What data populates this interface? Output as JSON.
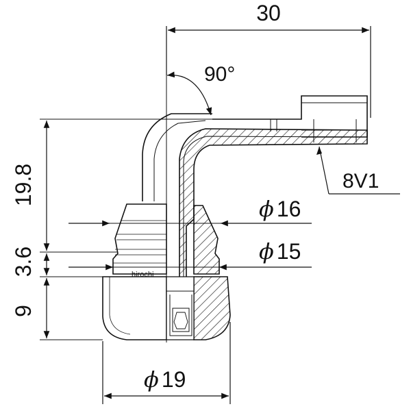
{
  "dimensions": {
    "width_top": "30",
    "angle": "90°",
    "height_total": "19.8",
    "height_mid": "3.6",
    "height_nut": "9",
    "thread": "8V1",
    "dia_upper_symbol": "ϕ",
    "dia_upper_value": "16",
    "dia_lower_symbol": "ϕ",
    "dia_lower_value": "15",
    "dia_nut_symbol": "ϕ",
    "dia_nut_value": "19"
  },
  "watermark": "hirochi"
}
